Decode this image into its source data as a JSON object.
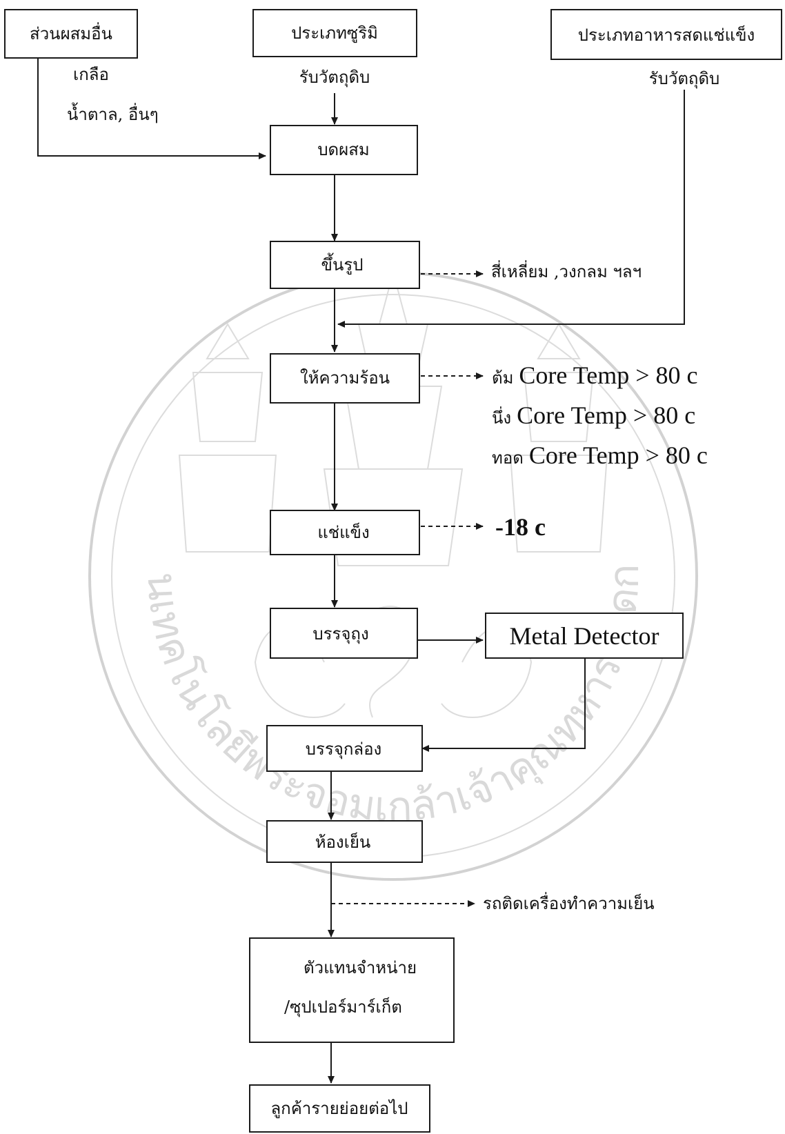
{
  "sources": {
    "other_ingredients": {
      "label": "ส่วนผสมอื่น",
      "items": [
        "เกลือ",
        "น้ำตาล, อื่นๆ"
      ]
    },
    "surimi": {
      "label": "ประเภทซูริมิ",
      "receive": "รับวัตถุดิบ"
    },
    "fresh_frozen": {
      "label": "ประเภทอาหารสดแช่แข็ง",
      "receive": "รับวัตถุดิบ"
    }
  },
  "steps": {
    "grind_mix": "บดผสม",
    "forming": "ขึ้นรูป",
    "heating": "ให้ความร้อน",
    "freezing": "แช่แข็ง",
    "bagging": "บรรจุถุง",
    "metal_detector": "Metal Detector",
    "boxing": "บรรจุกล่อง",
    "cold_room": "ห้องเย็น",
    "distributor_line1": "ตัวแทนจำหน่าย",
    "distributor_line2": "/ซุปเปอร์มาร์เก็ต",
    "retail": "ลูกค้ารายย่อยต่อไป"
  },
  "notes": {
    "forming_shapes": "สี่เหลี่ยม ,วงกลม ฯลฯ",
    "boil_prefix": "ต้ม",
    "steam_prefix": "นึ่ง",
    "fry_prefix": "ทอด",
    "core_temp": "Core Temp > 80 c",
    "freeze_temp": "-18 c",
    "transport": "รถติดเครื่องทำความเย็น"
  },
  "watermark": {
    "seal_text": "สถาบันเทคโนโลยีพระจอมเกล้าเจ้าคุณทหารลาดกระบัง"
  }
}
